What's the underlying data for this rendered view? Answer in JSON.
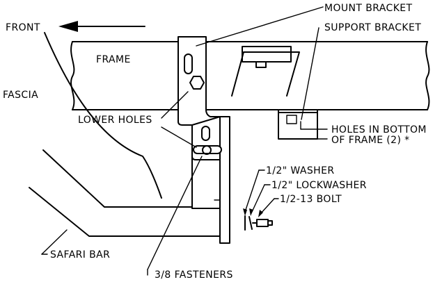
{
  "labels": {
    "front": "FRONT",
    "frame": "FRAME",
    "fascia": "FASCIA",
    "mount_bracket": "MOUNT BRACKET",
    "support_bracket": "SUPPORT BRACKET",
    "lower_holes": "LOWER HOLES",
    "holes_bottom_line1": "HOLES IN BOTTOM",
    "holes_bottom_line2": "OF FRAME (2) *",
    "washer": "1/2\" WASHER",
    "lockwasher": "1/2\" LOCKWASHER",
    "bolt": "1/2-13 BOLT",
    "safari_bar": "SAFARI BAR",
    "fasteners": "3/8 FASTENERS"
  }
}
